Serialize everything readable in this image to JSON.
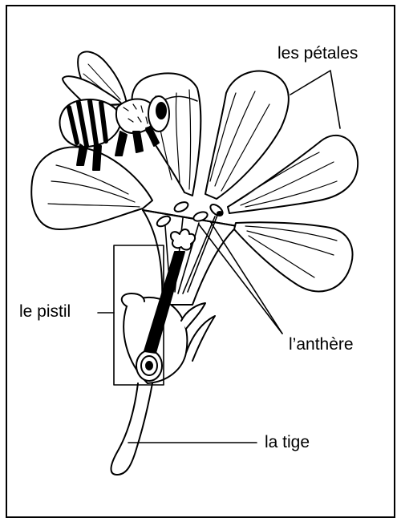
{
  "labels": {
    "petals": "les pétales",
    "pistil": "le pistil",
    "anther": "l’anthère",
    "stem": "la tige"
  }
}
